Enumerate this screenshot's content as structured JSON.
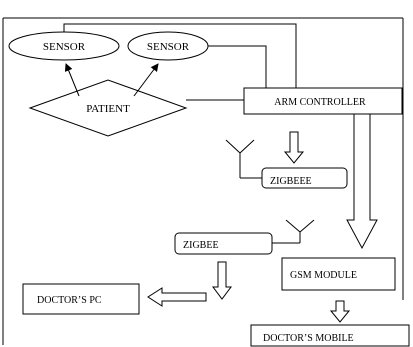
{
  "diagram": {
    "nodes": {
      "sensor_1": "SENSOR",
      "sensor_2": "SENSOR",
      "patient": "PATIENT",
      "arm_controller": "ARM CONTROLLER",
      "zigbee_tx": "ZIGBEEE",
      "zigbee_rx": "ZIGBEE",
      "gsm_module": "GSM MODULE",
      "doctors_pc": "DOCTOR’S PC",
      "doctors_mobile": "DOCTOR’S MOBILE"
    }
  }
}
